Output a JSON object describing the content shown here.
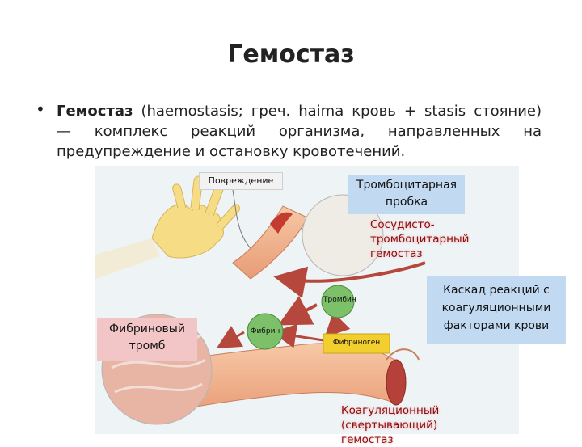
{
  "title": "Гемостаз",
  "definition": {
    "bullet": "•",
    "term": "Гемостаз",
    "line1_rest": " (haemostasis; греч. haima кровь + stasis стояние)",
    "line2": "— комплекс реакций организма, направленных на",
    "line3": "предупреждение и остановку кровотечений."
  },
  "diagram": {
    "injury_label": "Повреждение",
    "platelet_plug_line1": "Тромбоцитарная",
    "platelet_plug_line2": "пробка",
    "vascular_platelet_line1": "Сосудисто-тромбоцитарный",
    "vascular_platelet_line2": "гемостаз",
    "thrombin": "Тромбин",
    "cascade_line1": "Каскад реакций с",
    "cascade_line2": "коагуляционными",
    "cascade_line3": "факторами крови",
    "fibrin_clot_line1": "Фибриновый",
    "fibrin_clot_line2": "тромб",
    "fibrin": "Фибрин",
    "fibrinogen": "Фибриноген",
    "coagulation_line1": "Коагуляционный (свертывающий)",
    "coagulation_line2": "гемостаз"
  },
  "colors": {
    "platelet_box": "#c2d9f2",
    "fibrin_box": "#f2c6c6",
    "vessel": "#f2b48e",
    "red_label": "#8a0d10",
    "arrow": "#b5473d",
    "circle_green": "#7cc06a",
    "circle_yellow": "#f2cf2e"
  }
}
